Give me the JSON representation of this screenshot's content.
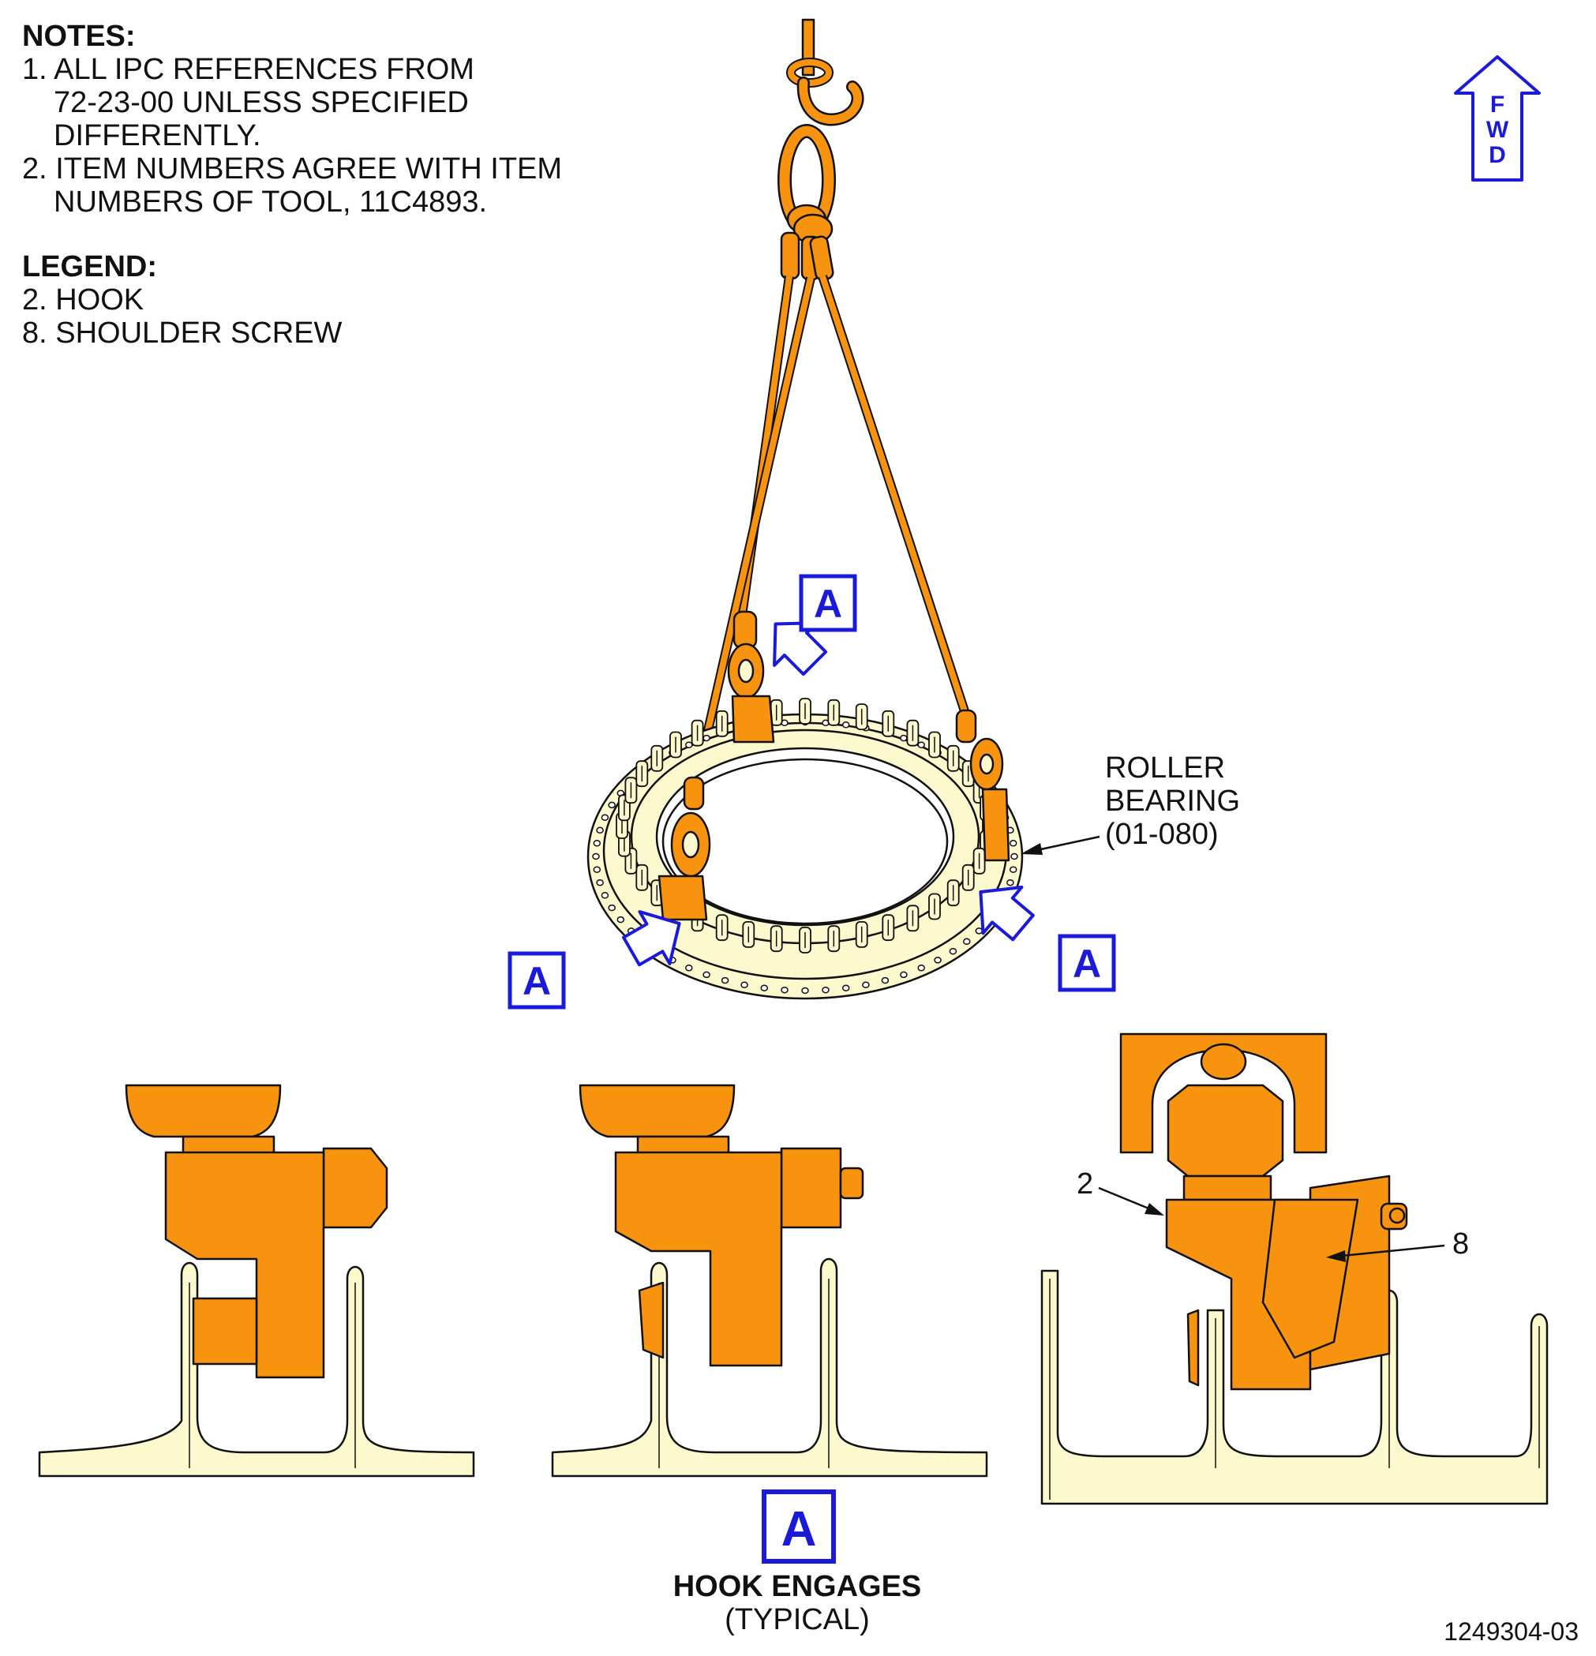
{
  "notes": {
    "heading": "NOTES:",
    "line1a": "1. ALL IPC REFERENCES FROM",
    "line1b": "72-23-00 UNLESS SPECIFIED",
    "line1c": "DIFFERENTLY.",
    "line2a": "2. ITEM NUMBERS AGREE WITH ITEM",
    "line2b": "NUMBERS OF TOOL, 11C4893."
  },
  "legend": {
    "heading": "LEGEND:",
    "item1": "2. HOOK",
    "item2": "8. SHOULDER SCREW"
  },
  "fwd": {
    "l1": "F",
    "l2": "W",
    "l3": "D"
  },
  "roller_bearing": {
    "l1": "ROLLER",
    "l2": "BEARING",
    "l3": "(01-080)"
  },
  "view_callout": "A",
  "detail": {
    "title": "HOOK ENGAGES",
    "subtitle": "(TYPICAL)"
  },
  "labels": {
    "hook": "2",
    "screw": "8"
  },
  "figure_id": "1249304-03",
  "colors": {
    "orange": "#f7930f",
    "cream": "#fdf9cf",
    "blue": "#1a1ad8",
    "ink": "#111111"
  }
}
